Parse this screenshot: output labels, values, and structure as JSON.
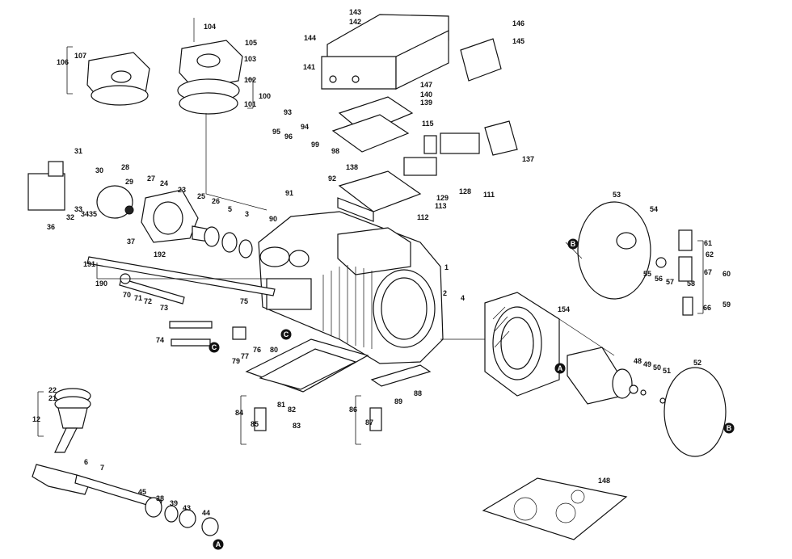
{
  "reference_marks": [
    "A",
    "B",
    "C"
  ],
  "callouts": [
    "1",
    "2",
    "3",
    "4",
    "5",
    "6",
    "7",
    "12",
    "21",
    "22",
    "23",
    "24",
    "25",
    "26",
    "27",
    "28",
    "29",
    "30",
    "31",
    "32",
    "33",
    "34",
    "35",
    "36",
    "37",
    "38",
    "39",
    "43",
    "44",
    "45",
    "48",
    "49",
    "50",
    "51",
    "52",
    "53",
    "54",
    "55",
    "56",
    "57",
    "58",
    "59",
    "60",
    "61",
    "62",
    "66",
    "67",
    "70",
    "71",
    "72",
    "73",
    "74",
    "75",
    "76",
    "77",
    "79",
    "80",
    "81",
    "82",
    "83",
    "84",
    "85",
    "86",
    "87",
    "88",
    "89",
    "90",
    "91",
    "92",
    "93",
    "94",
    "95",
    "96",
    "98",
    "99",
    "100",
    "101",
    "102",
    "103",
    "104",
    "105",
    "106",
    "107",
    "111",
    "112",
    "113",
    "115",
    "128",
    "129",
    "137",
    "138",
    "139",
    "140",
    "141",
    "142",
    "143",
    "144",
    "145",
    "146",
    "147",
    "148",
    "154",
    "190",
    "191",
    "192"
  ]
}
